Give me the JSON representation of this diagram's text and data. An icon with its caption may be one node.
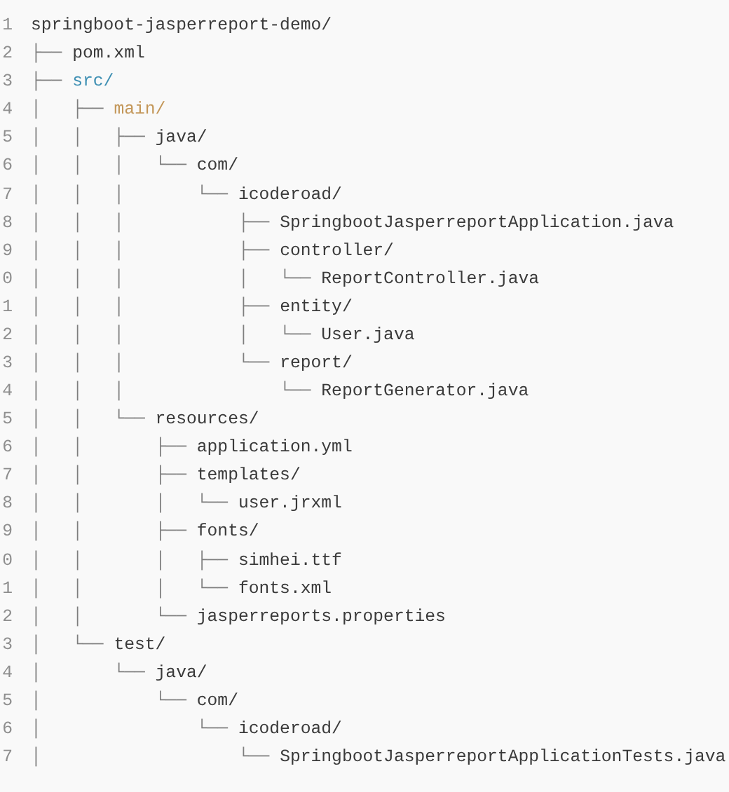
{
  "diagram": {
    "labels": [
      "1",
      "springboot-jasperreport-demo/",
      "2",
      "├── pom.xml",
      "3",
      "├── src/",
      "4",
      "│   ├── main/",
      "5",
      "│   │   ├── java/",
      "6",
      "│   │   │   └── com/",
      "7",
      "│   │   │       └── icoderoad/",
      "8",
      "│   │   │           ├── SpringbootJasperreportApplication.java",
      "9",
      "│   │   │           ├── controller/",
      "0",
      "│   │   │           │   └── ReportController.java",
      "1",
      "│   │   │           ├── entity/",
      "2",
      "│   │   │           │   └── User.java",
      "3",
      "│   │   │           └── report/",
      "4",
      "│   │   │               └── ReportGenerator.java",
      "5",
      "│   │   └── resources/",
      "6",
      "│   │       ├── application.yml",
      "7",
      "│   │       ├── templates/",
      "8",
      "│   │       │   └── user.jrxml",
      "9",
      "│   │       ├── fonts/",
      "0",
      "│   │       │   ├── simhei.ttf",
      "1",
      "│   │       │   └── fonts.xml",
      "2",
      "│   │       └── jasperreports.properties",
      "3",
      "│   └── test/",
      "4",
      "│       └── java/",
      "5",
      "│           └── com/",
      "6",
      "│               └── icoderoad/",
      "7",
      "│                   └── SpringbootJasperreportApplicationTests.java"
    ]
  }
}
